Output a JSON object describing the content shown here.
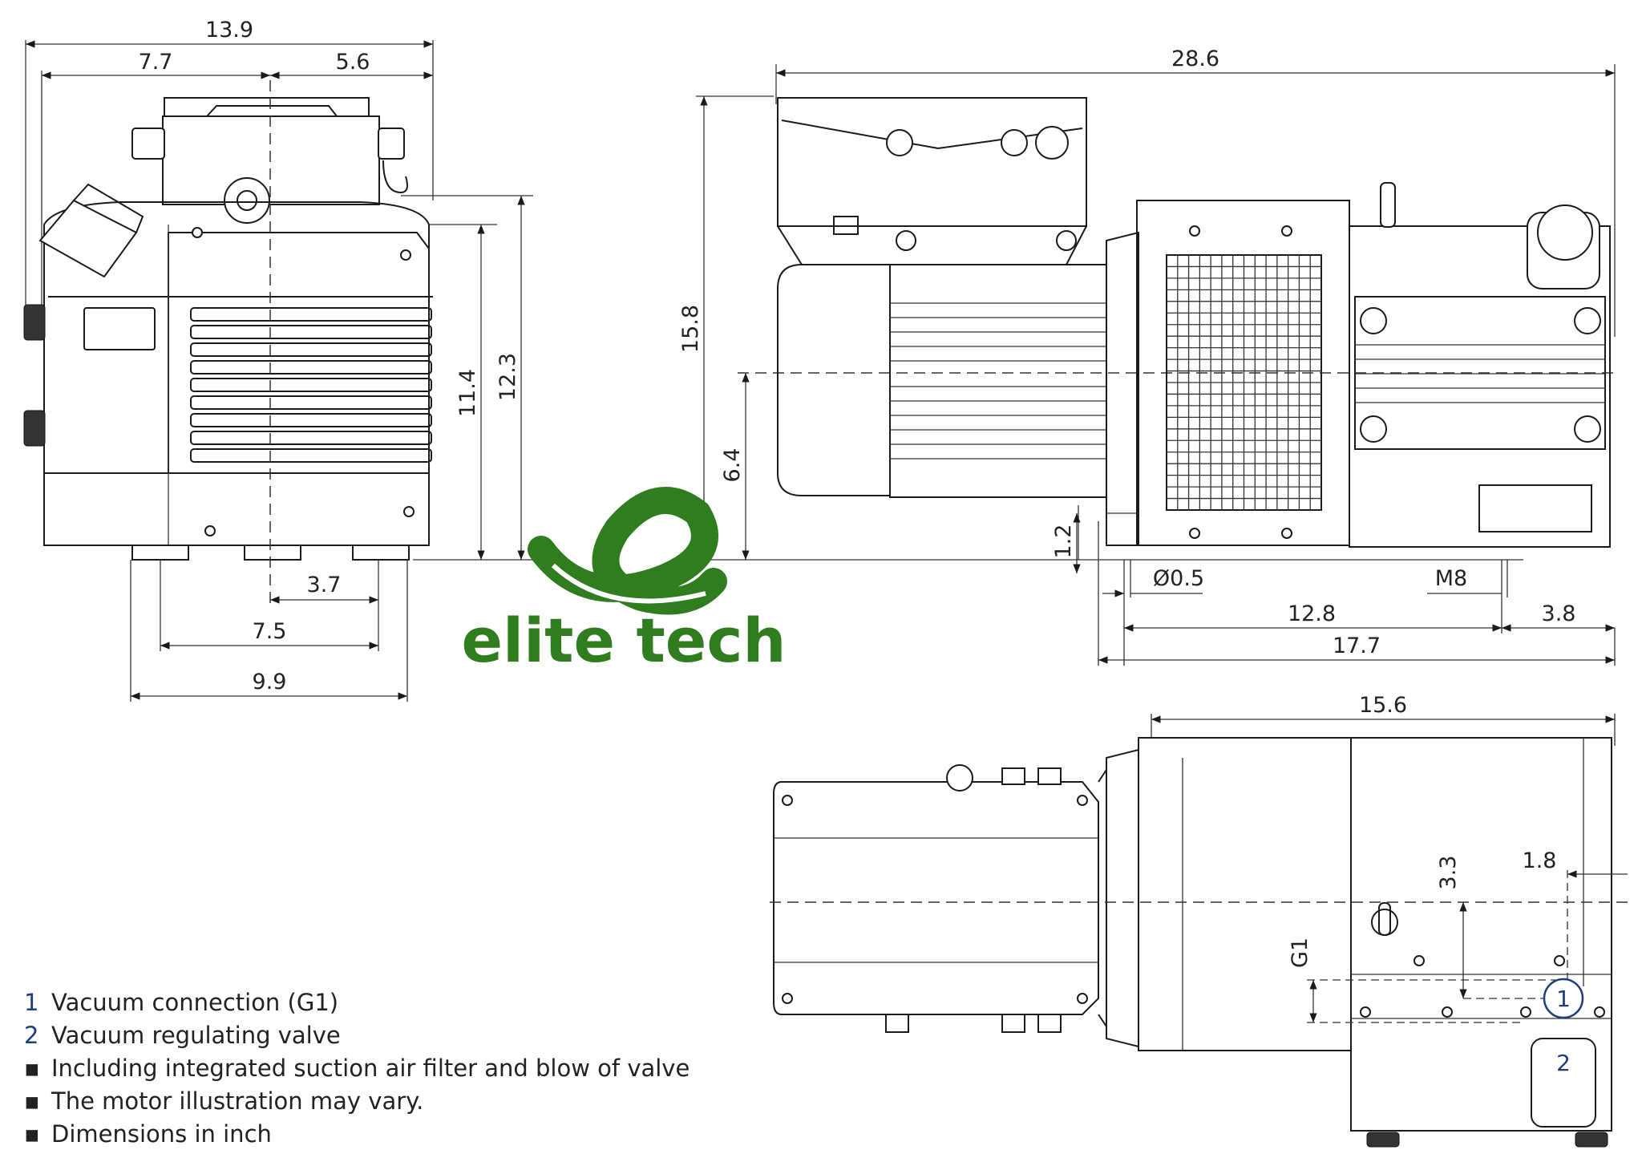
{
  "dimensions": {
    "front": {
      "overall_width": "13.9",
      "left_width": "7.7",
      "right_width": "5.6",
      "body_height": "11.4",
      "overall_height": "12.3",
      "foot_center": "3.7",
      "foot_span": "7.5",
      "foot_outer": "9.9"
    },
    "side": {
      "overall_length": "28.6",
      "overall_height": "15.8",
      "shaft_height": "6.4",
      "foot_height": "1.2",
      "hole_diameter": "Ø0.5",
      "thread": "M8",
      "foot_spacing": "12.8",
      "end_offset": "3.8",
      "base_length": "17.7"
    },
    "top": {
      "pump_length": "15.6",
      "port_offset_x": "1.8",
      "port_offset_y": "3.3",
      "port_thread": "G1"
    }
  },
  "callouts": [
    "1",
    "2"
  ],
  "brand": {
    "name": "elite tech",
    "color": "#2f7d1f"
  },
  "legend": [
    {
      "marker": "1",
      "text": "Vacuum connection (G1)"
    },
    {
      "marker": "2",
      "text": "Vacuum regulating valve"
    },
    {
      "marker": "▪",
      "text": "Including integrated suction air filter and blow of valve"
    },
    {
      "marker": "▪",
      "text": "The motor illustration may vary."
    },
    {
      "marker": "▪",
      "text": "Dimensions in inch"
    }
  ]
}
